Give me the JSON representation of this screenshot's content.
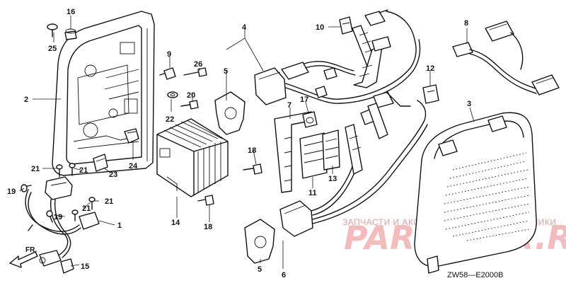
{
  "diagram": {
    "callouts": [
      {
        "id": "c1",
        "text": "1"
      },
      {
        "id": "c2",
        "text": "2"
      },
      {
        "id": "c3",
        "text": "3"
      },
      {
        "id": "c4",
        "text": "4"
      },
      {
        "id": "c5a",
        "text": "5"
      },
      {
        "id": "c5b",
        "text": "5"
      },
      {
        "id": "c6",
        "text": "6"
      },
      {
        "id": "c7",
        "text": "7"
      },
      {
        "id": "c8",
        "text": "8"
      },
      {
        "id": "c9",
        "text": "9"
      },
      {
        "id": "c10",
        "text": "10"
      },
      {
        "id": "c11",
        "text": "11"
      },
      {
        "id": "c12",
        "text": "12"
      },
      {
        "id": "c13",
        "text": "13"
      },
      {
        "id": "c14",
        "text": "14"
      },
      {
        "id": "c15",
        "text": "15"
      },
      {
        "id": "c16",
        "text": "16"
      },
      {
        "id": "c17",
        "text": "17"
      },
      {
        "id": "c18a",
        "text": "18"
      },
      {
        "id": "c18b",
        "text": "18"
      },
      {
        "id": "c19a",
        "text": "19"
      },
      {
        "id": "c19b",
        "text": "19"
      },
      {
        "id": "c20",
        "text": "20"
      },
      {
        "id": "c21a",
        "text": "21"
      },
      {
        "id": "c21b",
        "text": "21"
      },
      {
        "id": "c21c",
        "text": "21"
      },
      {
        "id": "c21d",
        "text": "21"
      },
      {
        "id": "c22",
        "text": "22"
      },
      {
        "id": "c23",
        "text": "23"
      },
      {
        "id": "c24",
        "text": "24"
      },
      {
        "id": "c25",
        "text": "25"
      },
      {
        "id": "c26",
        "text": "26"
      }
    ],
    "front_marker": "FR.",
    "diagram_code": "ZW58—E2000B"
  },
  "watermark": {
    "caption": "ЗАПЧАСТИ И АКСЕССУАРЫ ДЛЯ МОТОТЕХНИКИ",
    "logo": "PARTSFOR.RU"
  },
  "colors": {
    "line": "#111111",
    "watermark": "#f3b0b0"
  }
}
